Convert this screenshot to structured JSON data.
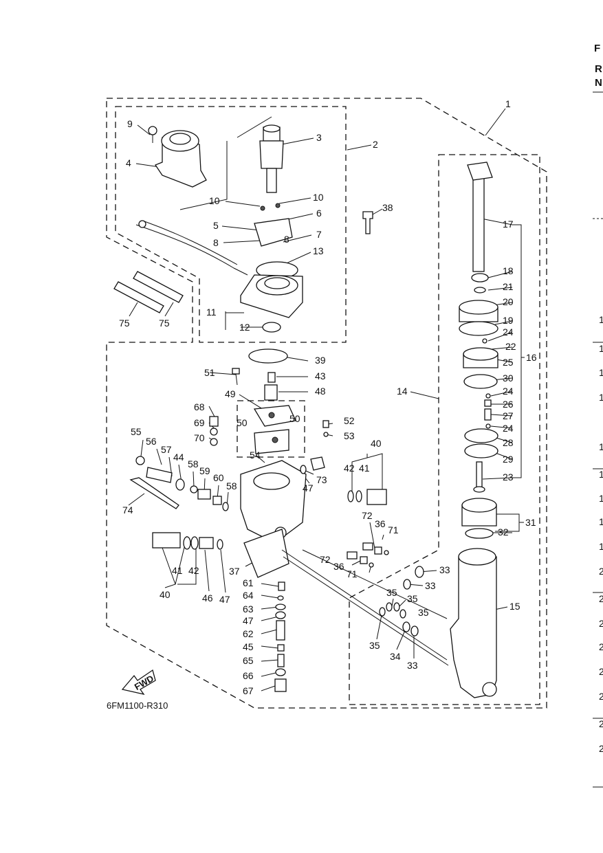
{
  "figure_code": "6FM1100-R310",
  "fwd_label": "FWD",
  "right_edge_text": [
    "F",
    "R",
    "N"
  ],
  "right_edge_numbers": [
    "1",
    "1",
    "1",
    "1",
    "1",
    "1",
    "1",
    "1",
    "1",
    "2",
    "2",
    "2",
    "2",
    "2",
    "2",
    "2",
    "2"
  ],
  "callouts": [
    "1",
    "2",
    "3",
    "4",
    "5",
    "6",
    "7",
    "8",
    "8",
    "9",
    "10",
    "10",
    "11",
    "12",
    "13",
    "14",
    "15",
    "16",
    "17",
    "18",
    "19",
    "20",
    "21",
    "22",
    "23",
    "24",
    "24",
    "24",
    "25",
    "26",
    "27",
    "28",
    "29",
    "30",
    "31",
    "32",
    "33",
    "33",
    "33",
    "33",
    "34",
    "35",
    "35",
    "35",
    "35",
    "36",
    "36",
    "37",
    "38",
    "39",
    "40",
    "40",
    "41",
    "41",
    "42",
    "42",
    "43",
    "44",
    "45",
    "46",
    "47",
    "47",
    "47",
    "48",
    "49",
    "50",
    "50",
    "51",
    "52",
    "53",
    "54",
    "55",
    "56",
    "57",
    "58",
    "58",
    "59",
    "60",
    "61",
    "62",
    "63",
    "64",
    "65",
    "66",
    "67",
    "68",
    "69",
    "70",
    "71",
    "71",
    "72",
    "72",
    "73",
    "74",
    "75",
    "75"
  ]
}
